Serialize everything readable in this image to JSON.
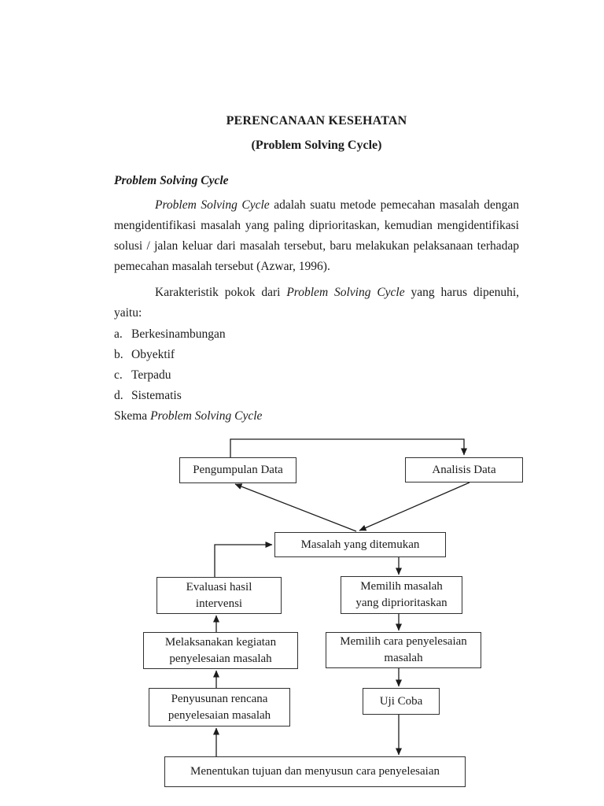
{
  "colors": {
    "ink": "#1c1c1c",
    "box_border": "#303030",
    "background": "#ffffff"
  },
  "document": {
    "title": "PERENCANAAN KESEHATAN",
    "subtitle": "(Problem Solving Cycle)",
    "section_heading": "Problem Solving Cycle",
    "para1": {
      "italic_lead": "Problem Solving Cycle",
      "rest": " adalah suatu metode pemecahan masalah dengan mengidentifikasi masalah yang paling diprioritaskan, kemudian mengidentifikasi solusi / jalan keluar dari masalah tersebut, baru melakukan pelaksanaan terhadap pemecahan masalah tersebut (Azwar, 1996)."
    },
    "para2": {
      "before": "Karakteristik pokok dari ",
      "italic": "Problem Solving Cycle",
      "after": " yang harus dipenuhi, yaitu:"
    },
    "list": [
      {
        "marker": "a.",
        "text": "Berkesinambungan"
      },
      {
        "marker": "b.",
        "text": "Obyektif"
      },
      {
        "marker": "c.",
        "text": "Terpadu"
      },
      {
        "marker": "d.",
        "text": "Sistematis"
      }
    ],
    "skema": {
      "before": "Skema ",
      "italic": "Problem Solving Cycle"
    }
  },
  "diagram": {
    "nodes": {
      "pengumpulan": {
        "lines": [
          "Pengumpulan Data"
        ]
      },
      "analisis": {
        "lines": [
          "Analisis Data"
        ]
      },
      "masalah": {
        "lines": [
          "Masalah yang ditemukan"
        ]
      },
      "evaluasi": {
        "lines": [
          "Evaluasi hasil",
          "intervensi"
        ]
      },
      "memilih_masalah": {
        "lines": [
          "Memilih masalah",
          "yang diprioritaskan"
        ]
      },
      "melaksanakan": {
        "lines": [
          "Melaksanakan kegiatan",
          "penyelesaian masalah"
        ]
      },
      "memilih_cara": {
        "lines": [
          "Memilih cara penyelesaian",
          "masalah"
        ]
      },
      "penyusunan": {
        "lines": [
          "Penyusunan rencana",
          "penyelesaian masalah"
        ]
      },
      "uji_coba": {
        "lines": [
          "Uji Coba"
        ]
      },
      "menentukan": {
        "lines": [
          "Menentukan tujuan dan menyusun cara penyelesaian"
        ]
      }
    },
    "edges": [
      "Pengumpulan Data -> Analisis Data",
      "Analisis Data -> Masalah yang ditemukan",
      "Masalah yang ditemukan -> Pengumpulan Data",
      "Masalah yang ditemukan -> Memilih masalah yang diprioritaskan",
      "Memilih masalah yang diprioritaskan -> Memilih cara penyelesaian masalah",
      "Memilih cara penyelesaian masalah -> Uji Coba",
      "Uji Coba -> Menentukan tujuan dan menyusun cara penyelesaian",
      "Menentukan tujuan dan menyusun cara penyelesaian -> Penyusunan rencana penyelesaian masalah",
      "Penyusunan rencana penyelesaian masalah -> Melaksanakan kegiatan penyelesaian masalah",
      "Melaksanakan kegiatan penyelesaian masalah -> Evaluasi hasil intervensi",
      "Evaluasi hasil intervensi -> Masalah yang ditemukan"
    ]
  }
}
